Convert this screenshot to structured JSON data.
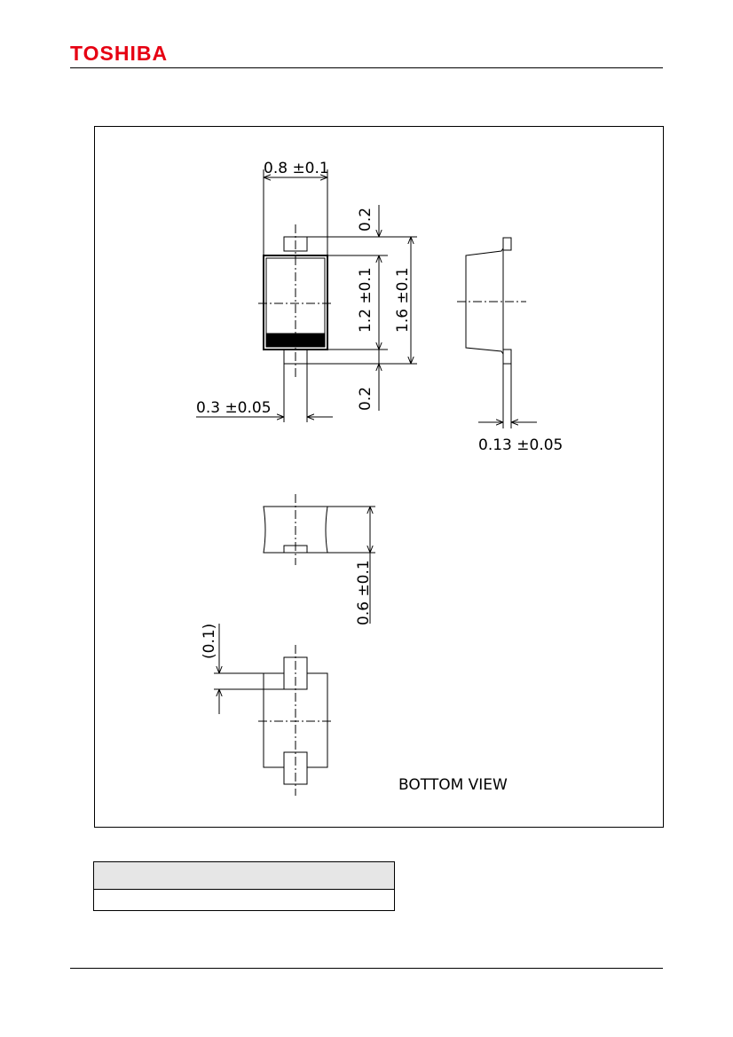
{
  "header": {
    "brand": "TOSHIBA",
    "brand_color": "#e60012"
  },
  "drawing": {
    "dims": {
      "width": "0.8 ±0.1",
      "lead_top": "0.2",
      "body_length": "1.2 ±0.1",
      "total_length": "1.6 ±0.1",
      "lead_bottom": "0.2",
      "lead_width": "0.3 ±0.05",
      "lead_thickness": "0.13 ±0.05",
      "height": "0.6 ±0.1",
      "lead_protrusion": "(0.1)"
    },
    "bottom_view_label": "BOTTOM VIEW"
  },
  "table": {
    "header": "",
    "row": ""
  }
}
